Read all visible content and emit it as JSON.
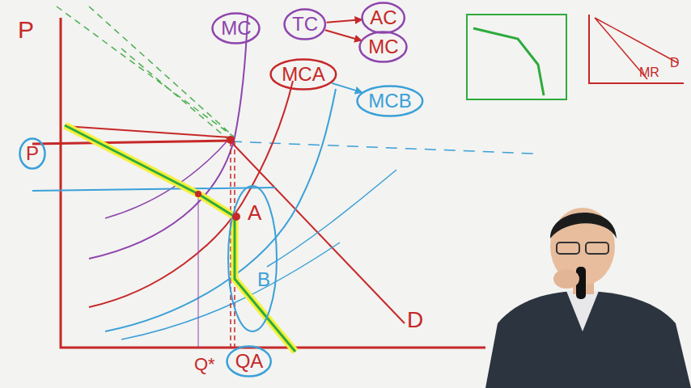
{
  "diagram": {
    "nodes": [
      {
        "text": [
          "MC"
        ]
      },
      {
        "text": [
          "TC"
        ]
      },
      {
        "text": [
          "AC"
        ]
      },
      {
        "text": [
          "MC"
        ]
      },
      {
        "text": [
          "MCA"
        ]
      },
      {
        "text": [
          "MCB"
        ]
      },
      {
        "text": [
          "P"
        ]
      },
      {
        "text": [
          "QA"
        ]
      }
    ],
    "edges": [
      {
        "from": 1,
        "to": 2,
        "arrow": "to"
      },
      {
        "from": 1,
        "to": 3,
        "arrow": "to"
      },
      {
        "from": 4,
        "to": 5,
        "arrow": "to"
      }
    ],
    "labels": [
      "P",
      "A",
      "B",
      "D",
      "Q*",
      "D",
      "MR"
    ]
  }
}
